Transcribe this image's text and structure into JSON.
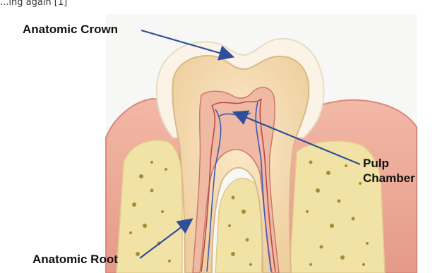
{
  "labels": {
    "crown": "Anatomic Crown",
    "pulp_line1": "Pulp",
    "pulp_line2": "Chamber",
    "root": "Anatomic Root"
  },
  "top_fragment": "...ing again [1]",
  "colors": {
    "enamel": "#fbf3e6",
    "dentin": "#f6dcb4",
    "pulp": "#f0b9a3",
    "gum": "#eea99a",
    "bone": "#f1e2a6",
    "bone_pores": "#a88b35",
    "arrow": "#2f4f9b",
    "vessel_red": "#b84a4a",
    "vessel_blue": "#3d5bb0"
  }
}
